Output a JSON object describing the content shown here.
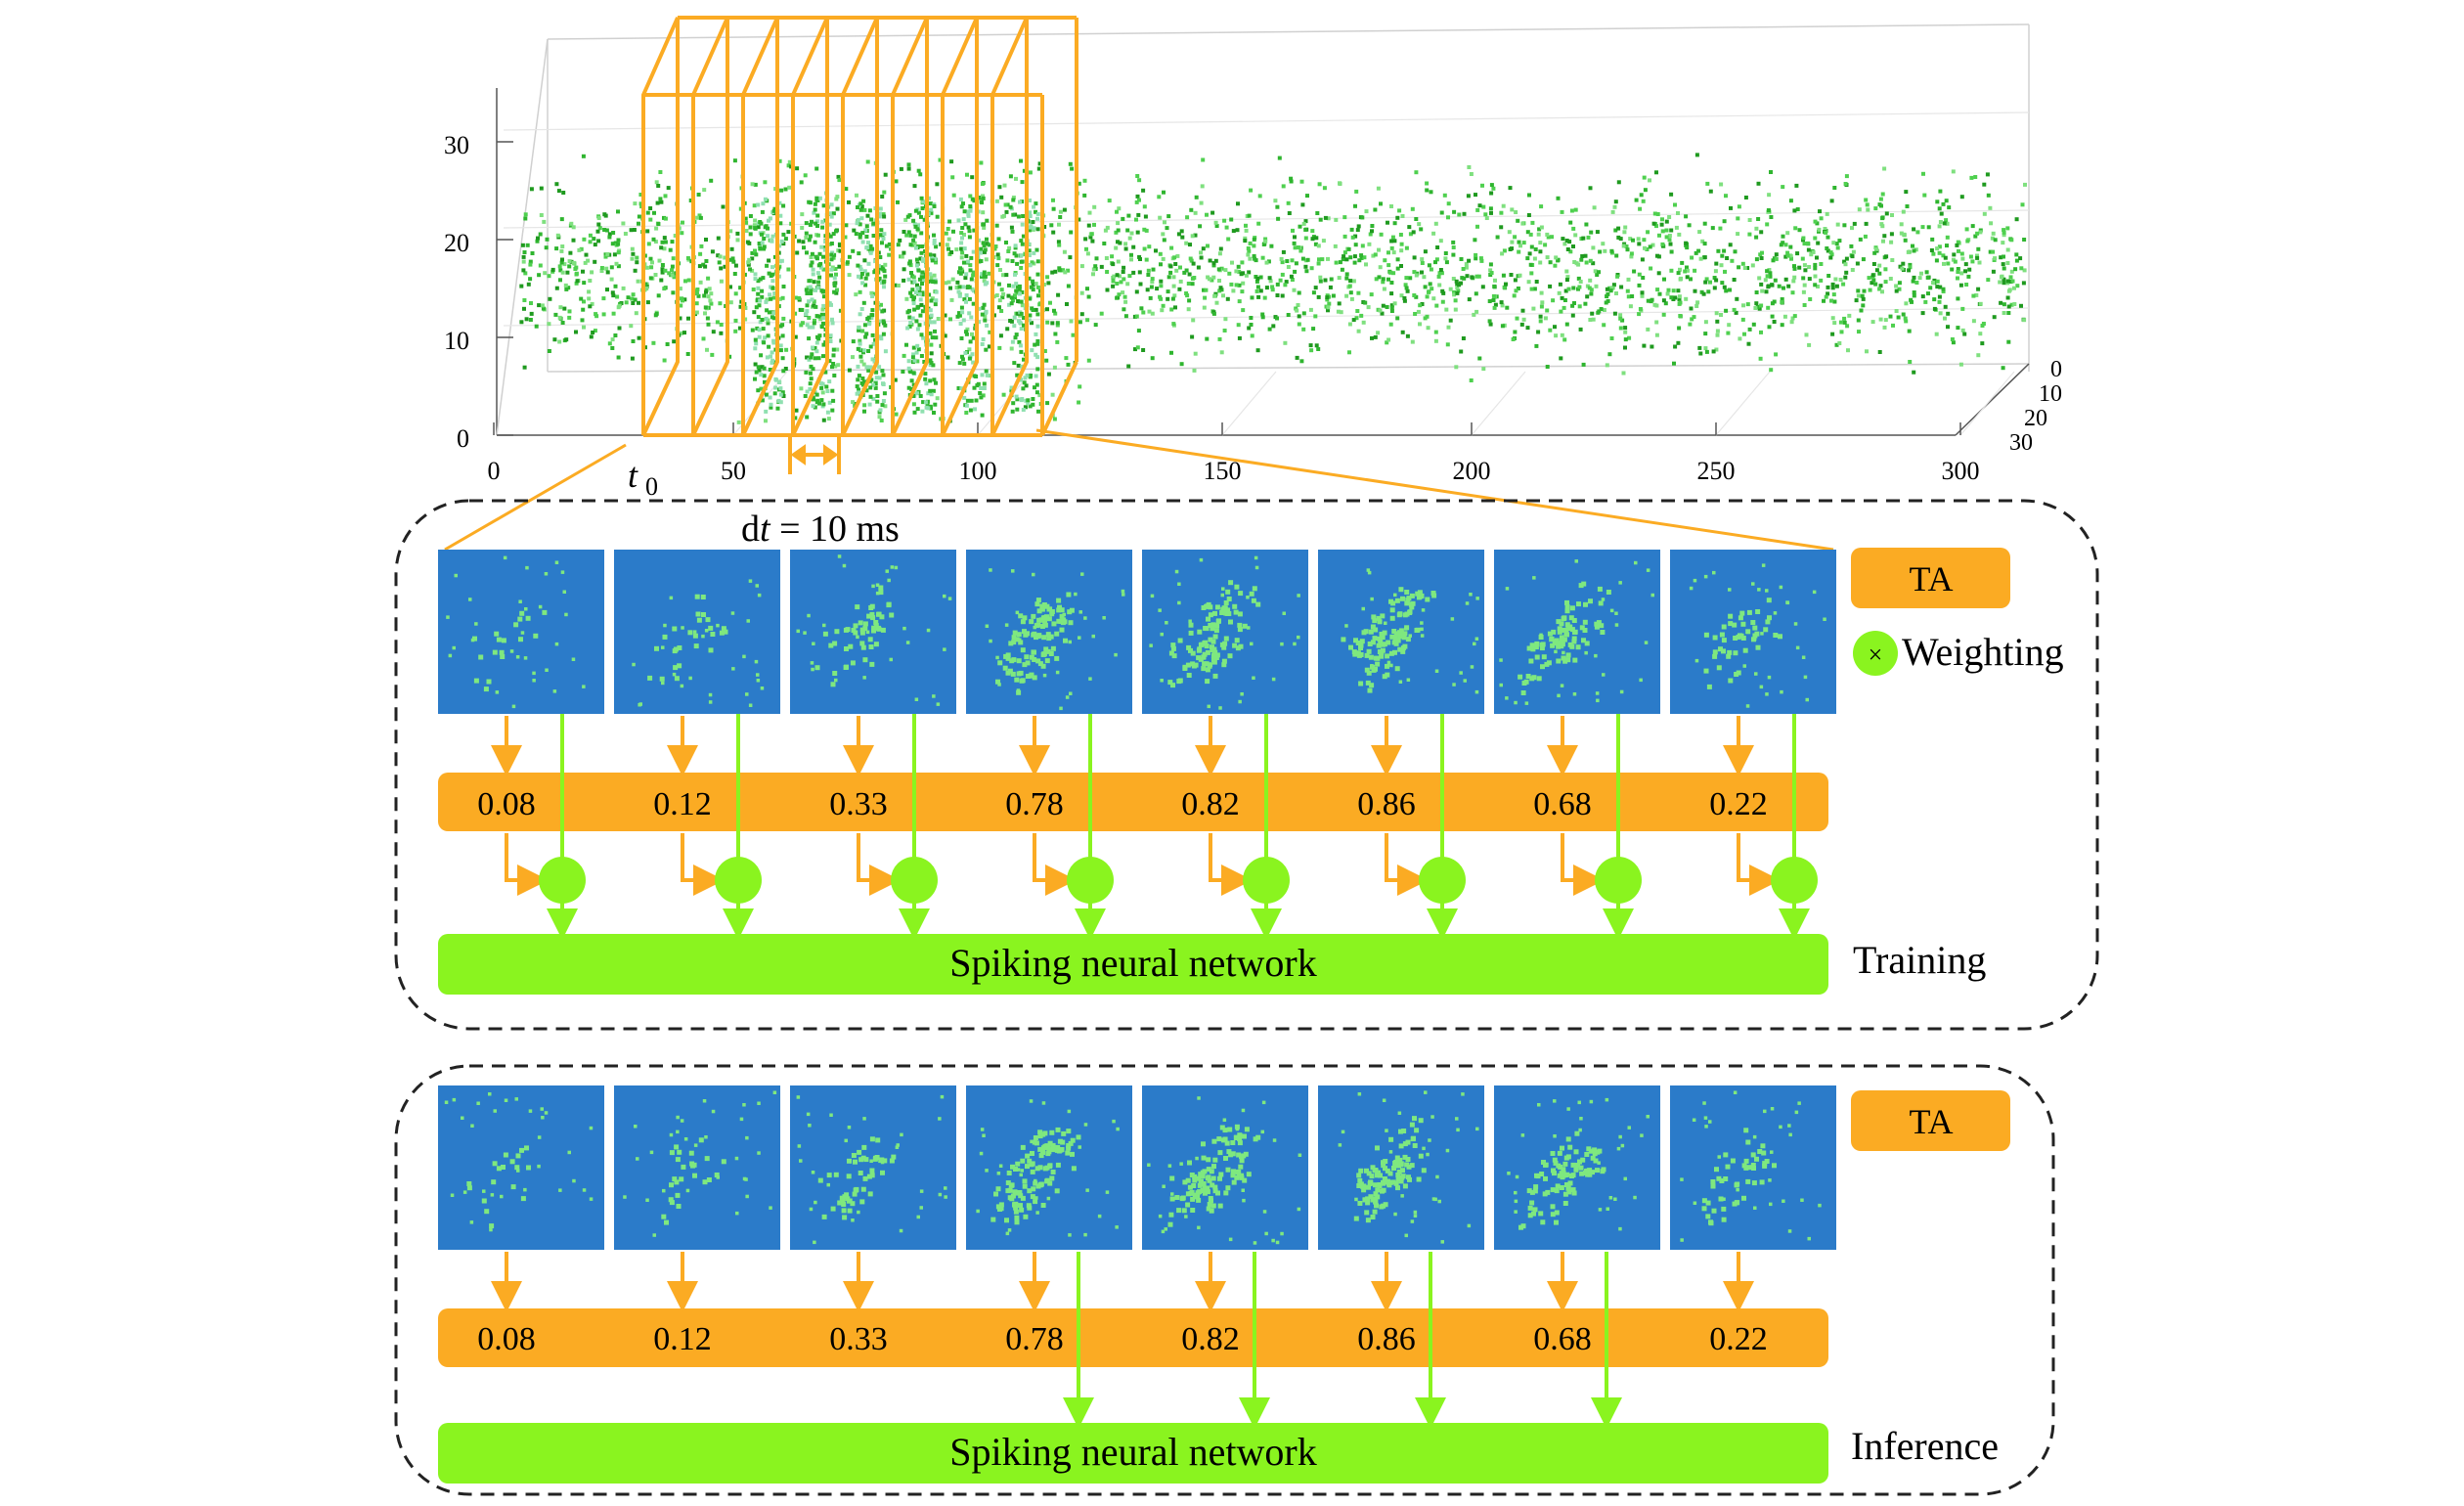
{
  "plot3d": {
    "z_ticks": [
      "30",
      "20",
      "10",
      "0"
    ],
    "x_ticks": [
      "0",
      "50",
      "100",
      "150",
      "200",
      "250",
      "300"
    ],
    "y_ticks": [
      "0",
      "10",
      "20",
      "30"
    ],
    "t0_label": "t",
    "t0_sub": "0",
    "dt_prefix": "d",
    "dt_var": "t",
    "dt_suffix": " = 10 ms",
    "point_colors": [
      "#2fb52f",
      "#4fd04f",
      "#7fe07f",
      "#1f9a1f"
    ]
  },
  "colors": {
    "orange": "#fbab23",
    "green": "#8af41f",
    "frame_bg": "#2b7bc9",
    "event_green": "#7fe87f",
    "border": "#222222"
  },
  "training": {
    "ta_label": "TA",
    "weighting_symbol": "×",
    "weighting_label": "Weighting",
    "weights": [
      "0.08",
      "0.12",
      "0.33",
      "0.78",
      "0.82",
      "0.86",
      "0.68",
      "0.22"
    ],
    "snn_label": "Spiking neural network",
    "stage_label": "Training"
  },
  "inference": {
    "ta_label": "TA",
    "weights": [
      "0.08",
      "0.12",
      "0.33",
      "0.78",
      "0.82",
      "0.86",
      "0.68",
      "0.22"
    ],
    "snn_label": "Spiking neural network",
    "stage_label": "Inference"
  }
}
